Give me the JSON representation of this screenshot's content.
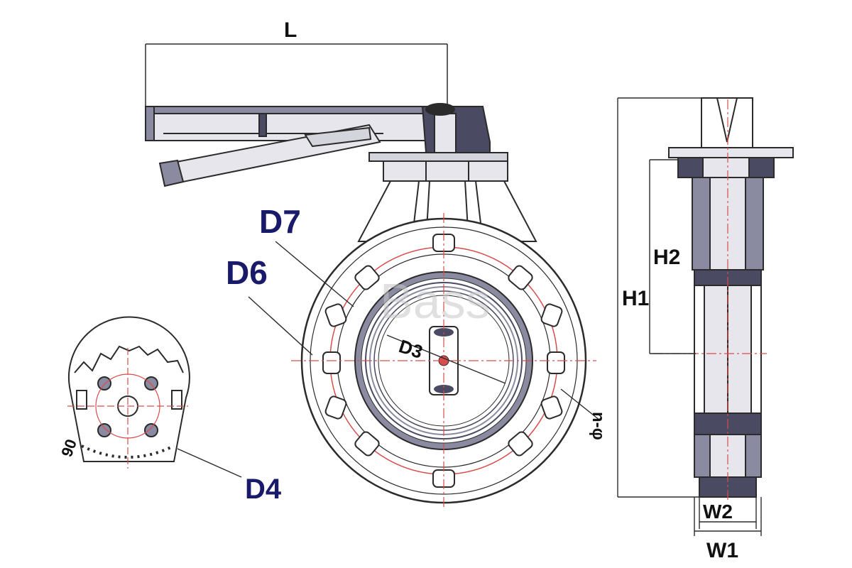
{
  "labels": {
    "L": "L",
    "D7": "D7",
    "D6": "D6",
    "D3": "D3",
    "n_phi": "n-φ",
    "D4": "D4",
    "H1": "H1",
    "H2": "H2",
    "W1": "W1",
    "W2": "W2",
    "scale_mark": "90"
  },
  "watermark": "Bass",
  "colors": {
    "outline": "#2b2b2b",
    "fill_dark": "#4a4a62",
    "fill_mid": "#8a8aa0",
    "fill_light": "#e6e6ec",
    "centerline": "#d94c4c",
    "label": "#1a1a6b"
  }
}
